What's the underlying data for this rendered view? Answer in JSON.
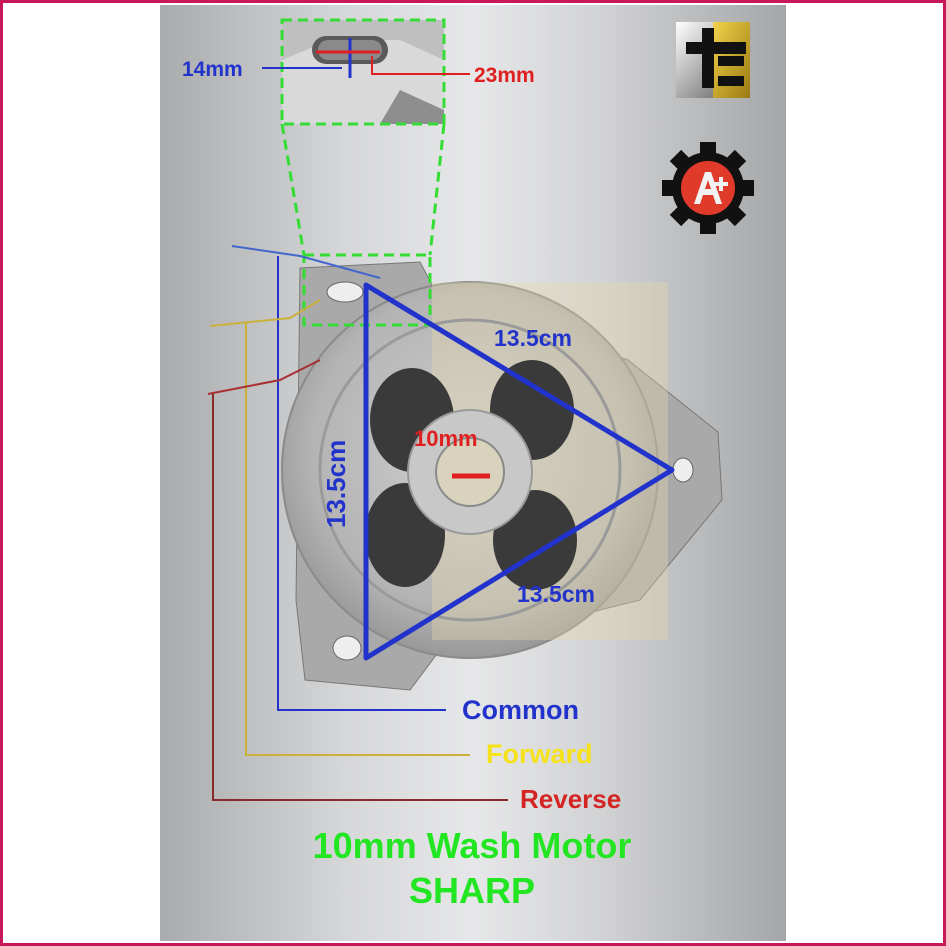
{
  "measurements": {
    "slot_width": "14mm",
    "slot_length": "23mm",
    "shaft": "10mm",
    "side_top": "13.5cm",
    "side_left": "13.5cm",
    "side_bottom": "13.5cm"
  },
  "wires": [
    {
      "label": "Common",
      "color": "#2233cc"
    },
    {
      "label": "Forward",
      "color": "#f5e21a"
    },
    {
      "label": "Reverse",
      "color": "#d42424"
    }
  ],
  "title": {
    "line1": "10mm Wash Motor",
    "line2": "SHARP",
    "color": "#22e622"
  },
  "icons": {
    "logo_top": "tc-logo-icon",
    "logo_gear": "gear-a-plus-icon"
  },
  "colors": {
    "frame": "#c8185a",
    "measure_blue": "#2233cc",
    "measure_red": "#e02020",
    "dashed_green": "#33dd33"
  }
}
